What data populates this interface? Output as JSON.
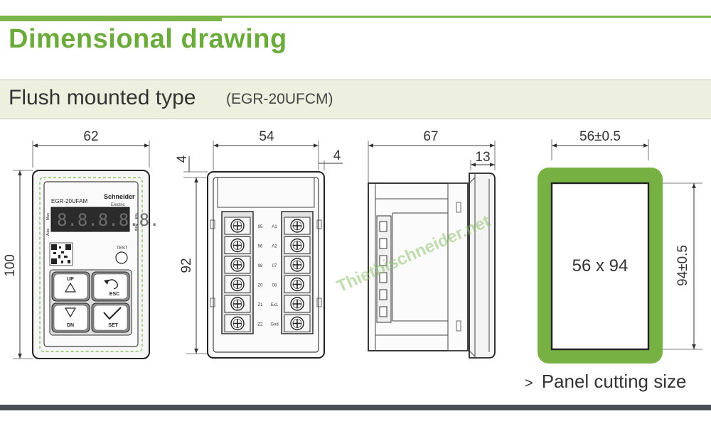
{
  "header": {
    "title": "Dimensional drawing",
    "subtitle": "Flush mounted type",
    "model": "(EGR-20UFCM)"
  },
  "front_view": {
    "width": "62",
    "height": "100",
    "model_label": "EGR-20UFAM",
    "brand_line1": "Schneider",
    "brand_line2": "Electric",
    "display_digits": "8.8.8.8.8.",
    "left_indicators": [
      "Man",
      "Auto"
    ],
    "right_indicators": [
      "Volt",
      "Amp"
    ],
    "test_label": "TEST",
    "buttons": {
      "up": "UP",
      "esc": "ESC",
      "down": "DN",
      "set": "SET"
    }
  },
  "rear_view": {
    "width": "54",
    "height": "92",
    "top_offset": "4",
    "right_offset": "4",
    "left_terminals": [
      "95",
      "96",
      "98",
      "Z0",
      "Z1",
      "Z2"
    ],
    "right_terminals": [
      "A1",
      "A2",
      "07",
      "08",
      "Ex1",
      "Gnd"
    ]
  },
  "side_view": {
    "depth": "67",
    "flange": "13"
  },
  "panel_cutout": {
    "width": "56±0.5",
    "height": "94±0.5",
    "size_label": "56 x 94",
    "note": "Panel cutting size"
  },
  "watermark": "Thietbischneider.net",
  "colors": {
    "accent": "#7ab648",
    "title": "#6bab3c",
    "band": "#eef0df",
    "bottom": "#4a4f53"
  }
}
